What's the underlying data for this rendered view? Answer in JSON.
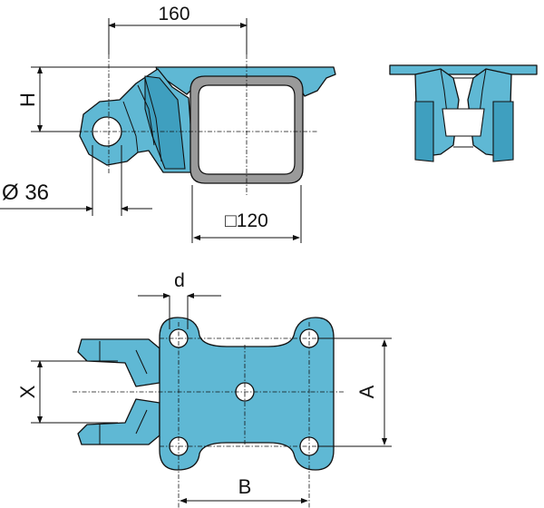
{
  "dimensions": {
    "width_160": "160",
    "height_h": "H",
    "pin_diameter": "Ø 36",
    "tube_square": "□120",
    "bolt_hole_d": "d",
    "pin_offset_x": "X",
    "bolt_spacing_a": "A",
    "bolt_spacing_b": "B"
  },
  "colors": {
    "part_fill": "#5fb8d4",
    "part_shadow": "#3f9fbf",
    "tube_fill": "#9a9a9a",
    "line": "#111111"
  }
}
